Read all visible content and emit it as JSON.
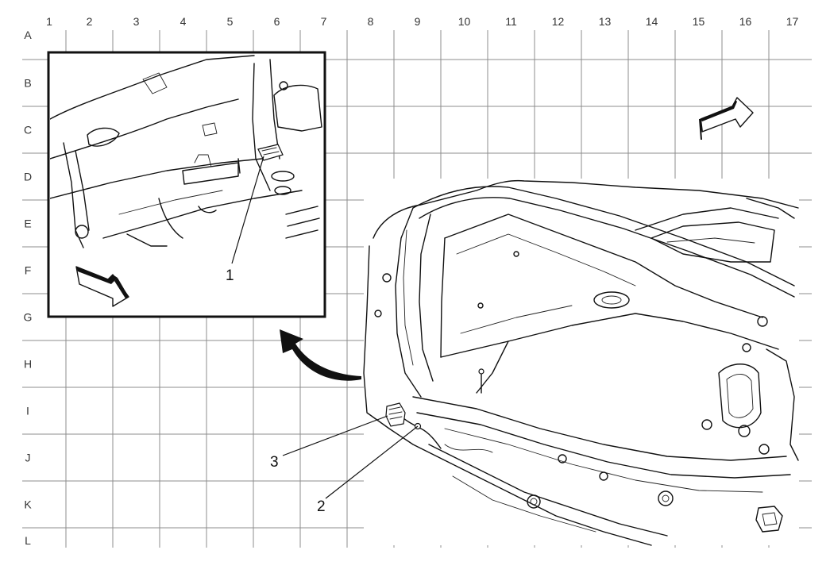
{
  "grid": {
    "columns": [
      "1",
      "2",
      "3",
      "4",
      "5",
      "6",
      "7",
      "8",
      "9",
      "10",
      "11",
      "12",
      "13",
      "14",
      "15",
      "16",
      "17"
    ],
    "rows": [
      "A",
      "B",
      "C",
      "D",
      "E",
      "F",
      "G",
      "H",
      "I",
      "J",
      "K",
      "L"
    ]
  },
  "callouts": [
    {
      "id": "1",
      "label": "1"
    },
    {
      "id": "2",
      "label": "2"
    },
    {
      "id": "3",
      "label": "3"
    }
  ],
  "icons": {
    "view_arrow_main": "direction-arrow-icon",
    "view_arrow_inset": "direction-arrow-icon",
    "zoom_arrow": "curved-zoom-arrow-icon"
  },
  "colors": {
    "grid": "#8c8c8c",
    "linework": "#111111",
    "background": "#ffffff"
  }
}
